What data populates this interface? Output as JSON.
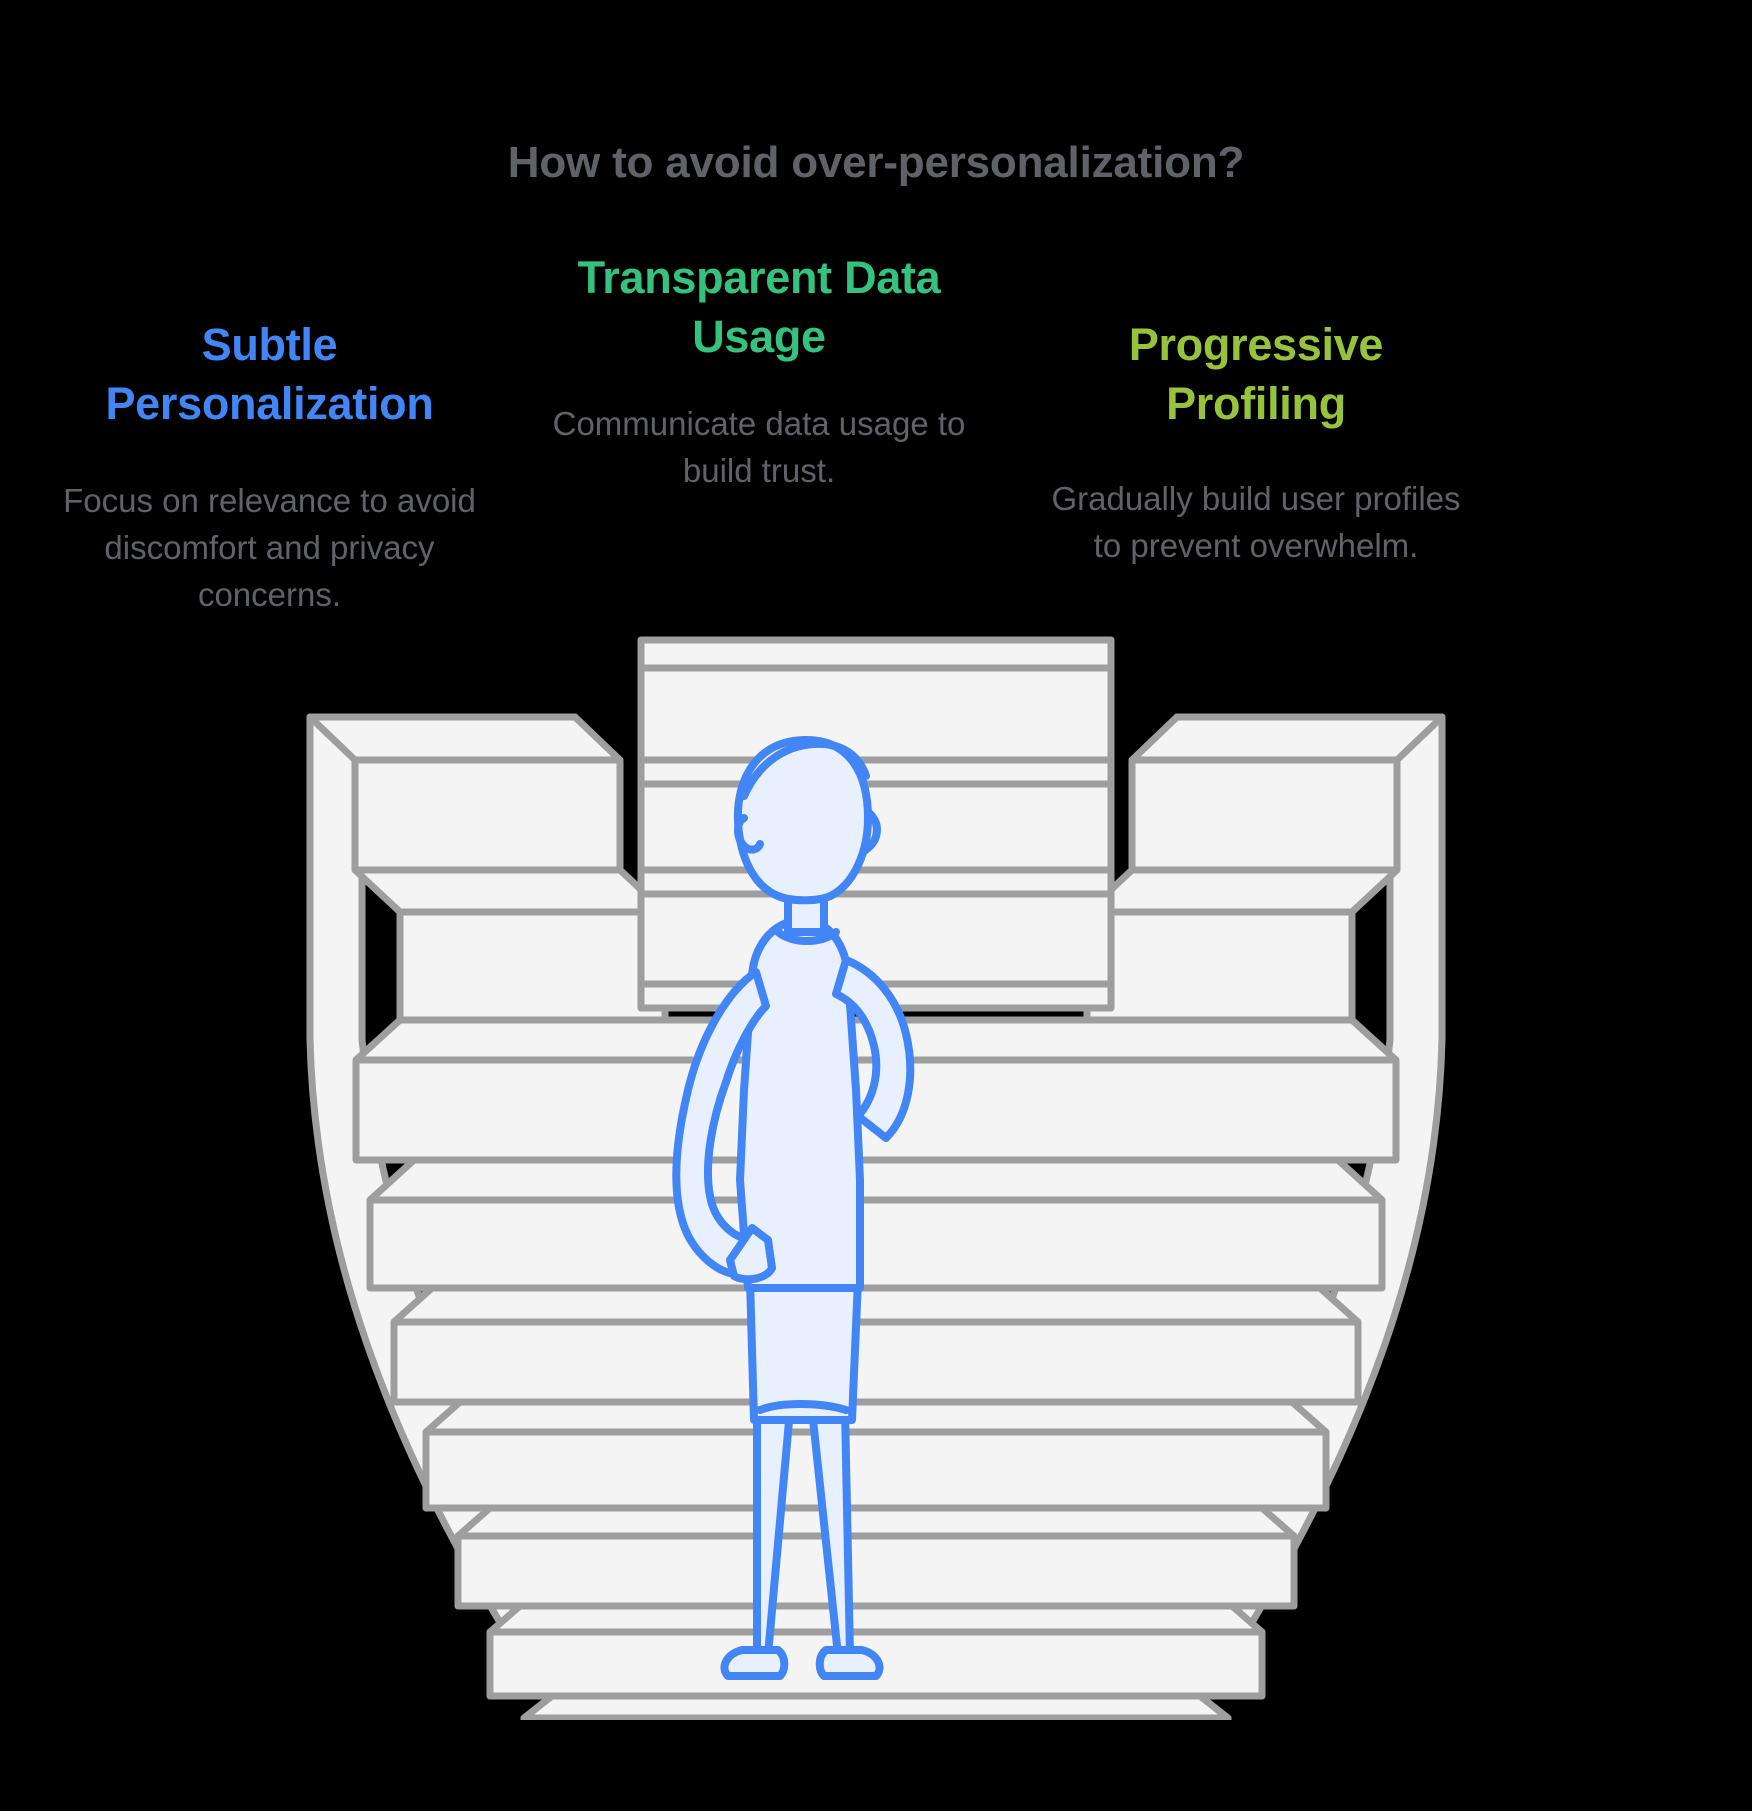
{
  "page": {
    "background_color": "#000000",
    "title": "How to avoid over-personalization?",
    "title_color": "#5f6368"
  },
  "columns": [
    {
      "id": "subtle-personalization",
      "heading": "Subtle Personalization",
      "heading_color": "#4285f4",
      "body": "Focus on relevance to avoid discomfort and privacy concerns.",
      "body_color": "#5f6368"
    },
    {
      "id": "transparent-data-usage",
      "heading": "Transparent Data Usage",
      "heading_color": "#34c27e",
      "body": "Communicate data usage to build trust.",
      "body_color": "#5f6368"
    },
    {
      "id": "progressive-profiling",
      "heading": "Progressive Profiling",
      "heading_color": "#97c23c",
      "body": "Gradually build user profiles to prevent overwhelm.",
      "body_color": "#5f6368"
    }
  ],
  "illustration": {
    "name": "staircase-amphitheater-with-confused-person",
    "step_fill": "#f4f4f4",
    "step_stroke": "#9e9e9e",
    "person_fill": "#e8f0fe",
    "person_stroke": "#4285f4",
    "description": "Descending symmetric staircase with three raised platforms; a person stands at the bottom scratching their head."
  }
}
